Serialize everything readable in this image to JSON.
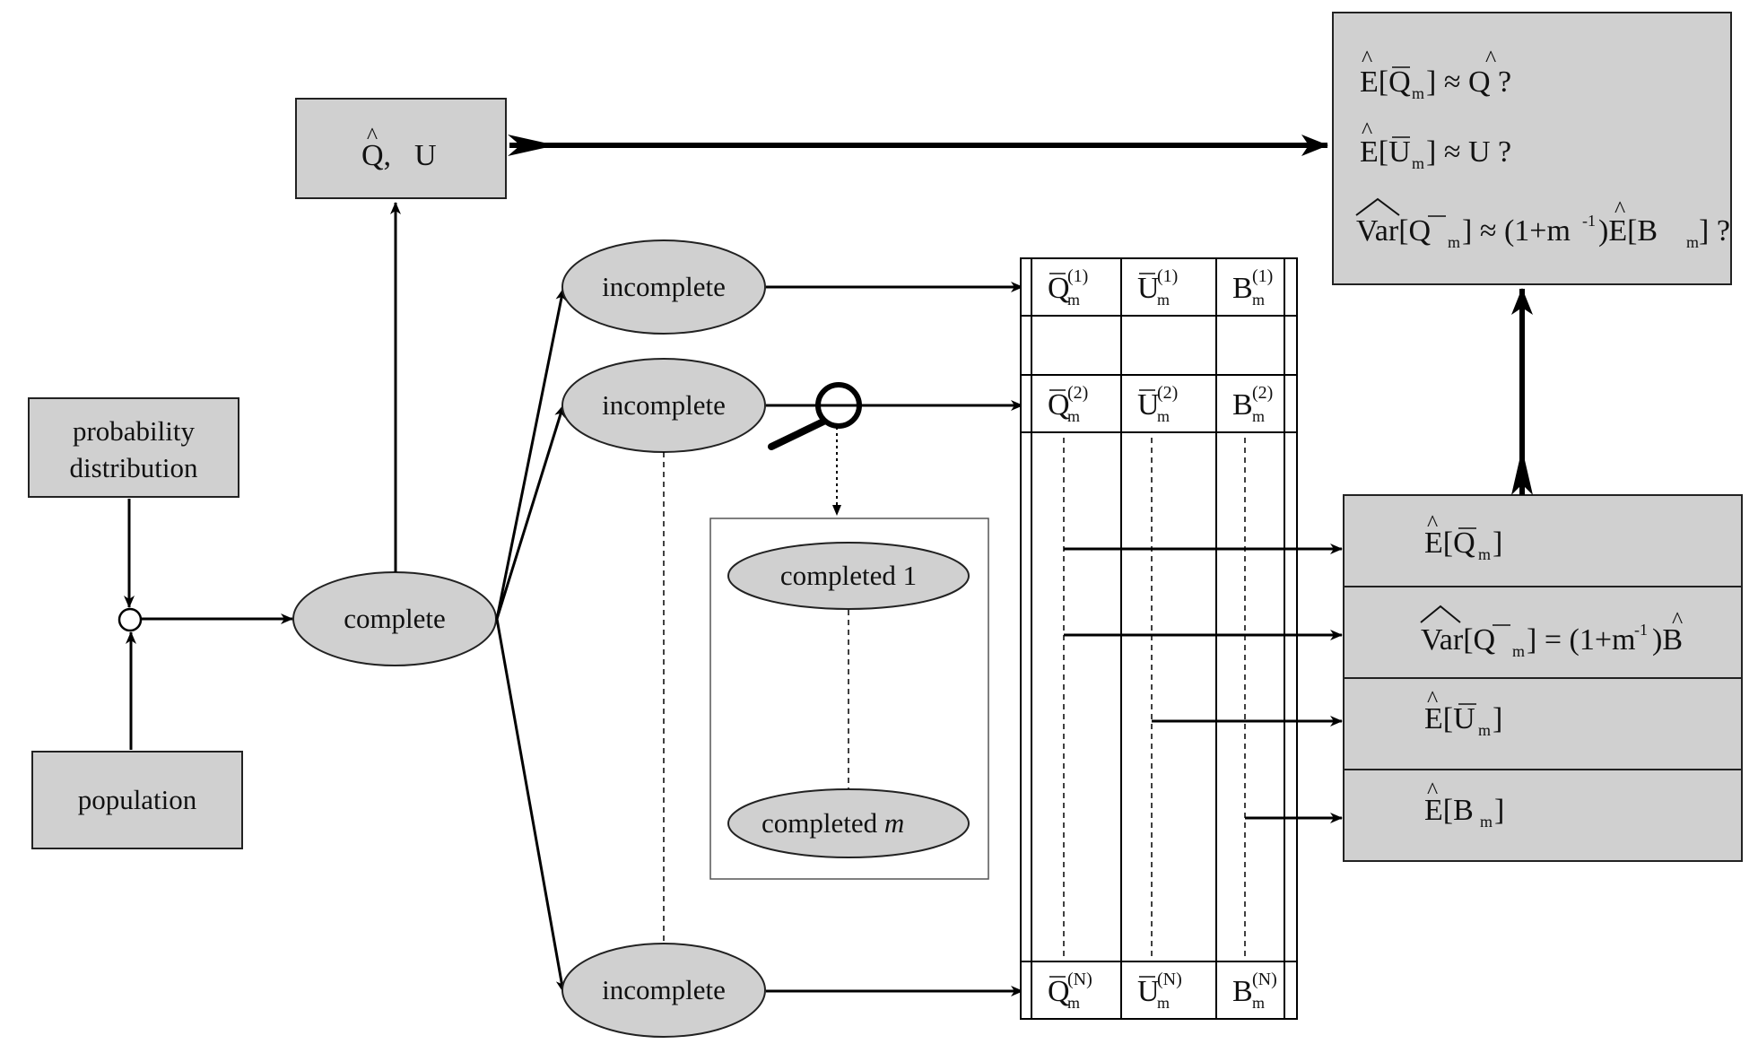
{
  "nodes": {
    "probability_distribution_line1": "probability",
    "probability_distribution_line2": "distribution",
    "population": "population",
    "complete": "complete",
    "incomplete_1": "incomplete",
    "incomplete_2": "incomplete",
    "incomplete_N": "incomplete",
    "completed_1": "completed 1",
    "completed_m_prefix": "completed",
    "completed_m_var": "m",
    "estimand_Q": "Q,",
    "estimand_U": "U"
  },
  "table_rows": [
    {
      "q": "Q",
      "u": "U",
      "b": "B",
      "sub": "m",
      "sup": "(1)"
    },
    {
      "q": "Q",
      "u": "U",
      "b": "B",
      "sub": "m",
      "sup": "(2)"
    },
    {
      "q": "Q",
      "u": "U",
      "b": "B",
      "sub": "m",
      "sup": "(N)"
    }
  ],
  "questions": {
    "q1_a": "E[Q",
    "q1_b": "] ≈ Q ?",
    "q2_a": "E[U",
    "q2_b": "] ≈ U ?",
    "q3_a": "Var[Q",
    "q3_b": "] ≈ (1+m",
    "q3_c": "-1",
    "q3_d": ")E[B",
    "q3_e": "] ?",
    "sub_m": "m",
    "hat": "^"
  },
  "estimates": {
    "e1_a": "E[Q",
    "e1_b": "]",
    "e2_a": "Var[Q",
    "e2_b": "] = (1+m",
    "e2_c": "-1",
    "e2_d": ")B",
    "e3_a": "E[U",
    "e3_b": "]",
    "e4_a": "E[B",
    "e4_b": "]",
    "sub_m": "m",
    "hat": "^"
  }
}
